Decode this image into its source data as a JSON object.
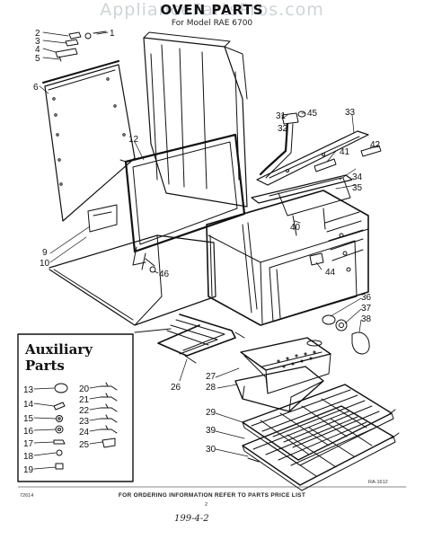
{
  "watermark": "AppliancePartsPros.com",
  "title": "OVEN PARTS",
  "model_line": "For Model RAE 6700",
  "auxiliary_title": "Auxiliary Parts",
  "footer_note": "FOR ORDERING INFORMATION REFER TO PARTS PRICE LIST",
  "page_number": "2",
  "corner_code_left": "72614",
  "corner_code_right": "RA-1612",
  "handwritten_note": "199-4-2",
  "callouts": {
    "main": [
      "1",
      "2",
      "3",
      "4",
      "5",
      "6",
      "9",
      "10",
      "12",
      "26",
      "27",
      "28",
      "29",
      "30",
      "31",
      "32",
      "33",
      "34",
      "35",
      "36",
      "37",
      "38",
      "39",
      "40",
      "41",
      "42",
      "44",
      "45",
      "46"
    ],
    "auxiliary": [
      "13",
      "14",
      "15",
      "16",
      "17",
      "18",
      "19",
      "20",
      "21",
      "22",
      "23",
      "24",
      "25"
    ]
  }
}
